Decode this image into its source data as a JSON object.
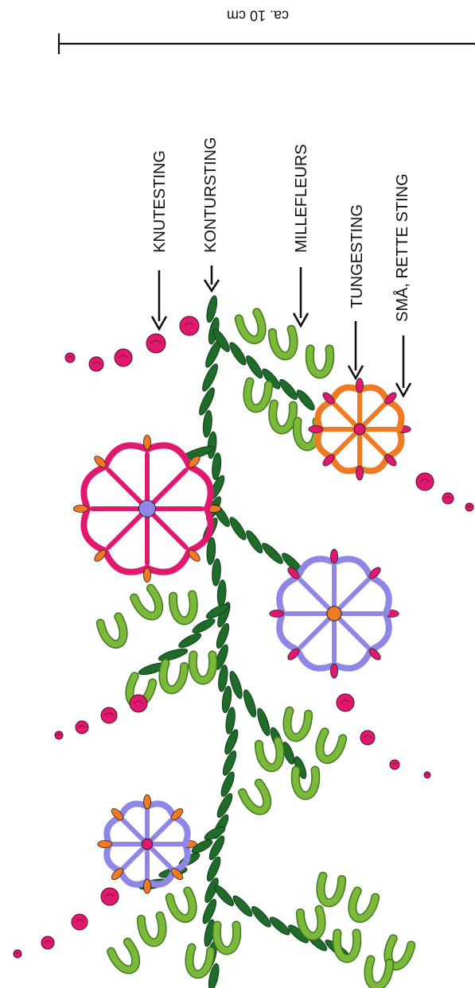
{
  "labels": {
    "knutesting": "KNUTESTING",
    "kontursting": "KONTURSTING",
    "millefleurs": "MILLEFLEURS",
    "tungesting": "TUNGESTING",
    "small_straight": "SMÅ, RETTE STING"
  },
  "scale": {
    "label": "ca. 10 cm"
  },
  "colors": {
    "stem": "#1f6b2a",
    "leaf": "#7cb93a",
    "leaf_dark": "#3e7a1c",
    "magenta": "#e0186e",
    "orange": "#f07a23",
    "violet": "#8f86e6",
    "knot": "#e0186e",
    "ink": "#111111"
  },
  "icons": [
    "arrow-down-icon",
    "scale-bar-icon"
  ]
}
